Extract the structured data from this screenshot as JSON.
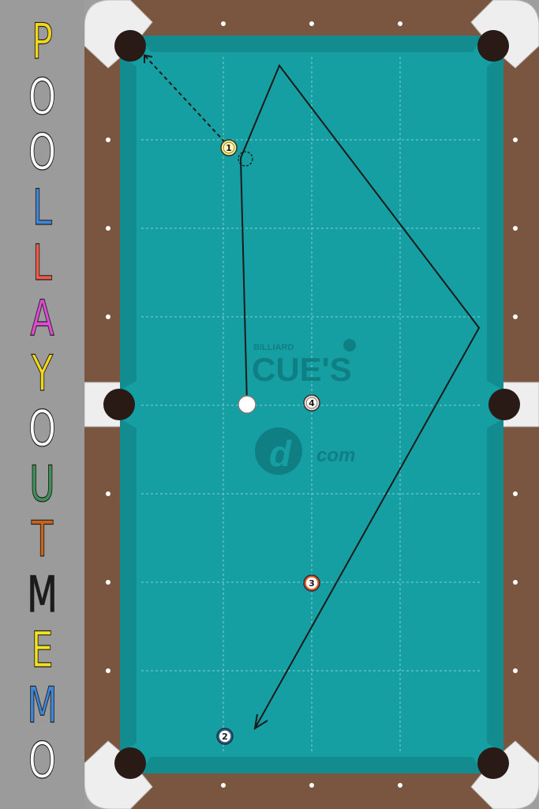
{
  "app": {
    "title_letters": [
      {
        "char": "P",
        "color": "#f2d61c"
      },
      {
        "char": "O",
        "color": "#ffffff"
      },
      {
        "char": "O",
        "color": "#ffffff"
      },
      {
        "char": "L",
        "color": "#3f86d6"
      },
      {
        "char": "L",
        "color": "#f15a4a"
      },
      {
        "char": "A",
        "color": "#e04bd6"
      },
      {
        "char": "Y",
        "color": "#f2d61c"
      },
      {
        "char": "O",
        "color": "#ffffff"
      },
      {
        "char": "U",
        "color": "#3f8f57"
      },
      {
        "char": "T",
        "color": "#c8631c"
      },
      {
        "char": "M",
        "color": "#1b1b1b"
      },
      {
        "char": "E",
        "color": "#f2e21c"
      },
      {
        "char": "M",
        "color": "#3f86d6"
      },
      {
        "char": "O",
        "color": "#ffffff"
      }
    ]
  },
  "table": {
    "felt_color": "#169fa2",
    "rail_color": "#7a5641",
    "corner_color": "#eeeeee",
    "logo": {
      "small": "BILLIARD",
      "main": "CUE'S",
      "domain": "com"
    }
  },
  "balls": [
    {
      "id": "cue",
      "label": "",
      "color": "#ffffff",
      "stroke": "#666666"
    },
    {
      "id": "ball-1",
      "label": "1",
      "color": "#f3eb8a",
      "stroke": "#8a7a10"
    },
    {
      "id": "ball-2",
      "label": "2",
      "color": "#1d5f8f",
      "stroke": "#ffffff"
    },
    {
      "id": "ball-3",
      "label": "3",
      "color": "#e4542a",
      "stroke": "#ffffff"
    },
    {
      "id": "ball-4",
      "label": "4",
      "color": "#e9d9d2",
      "stroke": "#7a6055"
    }
  ]
}
